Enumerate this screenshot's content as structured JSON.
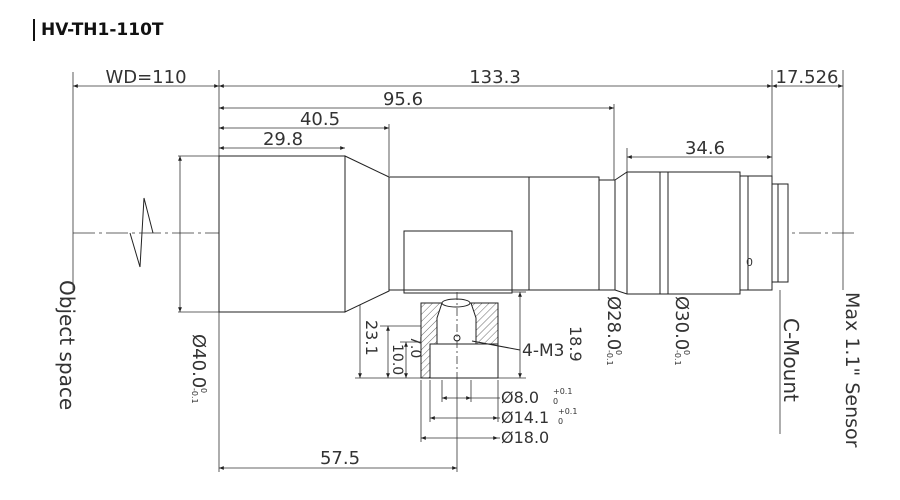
{
  "title": "HV-TH1-110T",
  "dimensions": {
    "wd": "WD=110",
    "total_length": "133.3",
    "flange_distance": "17.526",
    "length_95": "95.6",
    "length_40": "40.5",
    "length_29": "29.8",
    "length_34": "34.6",
    "length_57": "57.5",
    "height_23": "23.1",
    "height_18": "18.9",
    "height_10": "10.0",
    "height_7": "7.0",
    "diameter_40": "Ø40.0",
    "diameter_28": "Ø28.0",
    "diameter_30": "Ø30.0",
    "diameter_8": "Ø8.0",
    "diameter_14": "Ø14.1",
    "diameter_18": "Ø18.0",
    "tol_zero": "0",
    "tol_neg": "-0.1",
    "tol_pos": "+0.1",
    "tol_plus_zero": "0"
  },
  "labels": {
    "thread": "4-M3",
    "object_space": "Object space",
    "c_mount": "C-Mount",
    "sensor": "Max 1.1\" Sensor",
    "mark": "0"
  }
}
